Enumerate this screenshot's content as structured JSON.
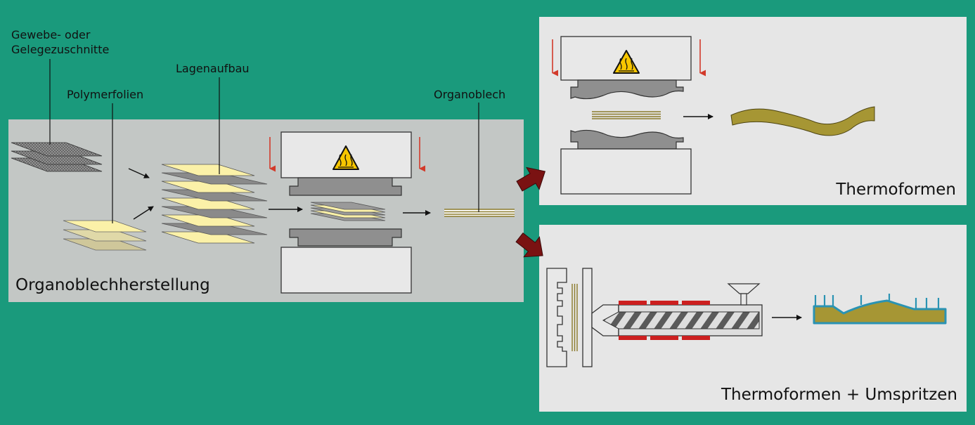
{
  "labels": {
    "fabric": [
      "Gewebe- oder",
      "Gelegezuschnitte"
    ],
    "polymer_films": "Polymerfolien",
    "layup": "Lagenaufbau",
    "organosheet": "Organoblech",
    "process_main": "Organoblechherstellung",
    "process_thermoforming": "Thermoformen",
    "process_thermoforming_overmolding": "Thermoformen + Umspritzen"
  },
  "icons": {
    "press_warning": "hot-surface-warning-icon",
    "press_direction": "arrow-down-icon",
    "flow": "arrow-right-icon",
    "branch": "big-arrow-icon"
  },
  "colors": {
    "background": "#1a9a7c",
    "panel_main": "#c3c7c5",
    "panel_side": "#e6e6e6",
    "tool": "#e8e8e8",
    "tool_profile": "#8f8f8f",
    "fabric": "#8a8a8a",
    "polymer_film": "#fbf1a8",
    "formed_part": "#a69634",
    "overmold": "#2a93b3",
    "heater": "#cc1f1f",
    "branch_arrow": "#7a1212",
    "press_arrow": "#d23a2a",
    "warning_yellow": "#f7c600"
  }
}
